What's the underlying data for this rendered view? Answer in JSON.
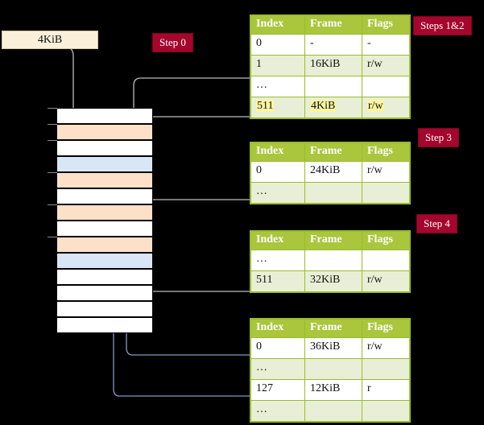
{
  "diagram": {
    "title_source_box": "4KiB",
    "badges": [
      {
        "id": "step0",
        "label": "Step 0"
      },
      {
        "id": "step12",
        "label": "Steps 1&2"
      },
      {
        "id": "step3",
        "label": "Step 3"
      },
      {
        "id": "step4",
        "label": "Step 4"
      }
    ],
    "columns": [
      "Index",
      "Frame",
      "Flags"
    ],
    "tables": [
      {
        "id": "table-level-1",
        "rows": [
          {
            "index": "0",
            "frame": "-",
            "flags": "-",
            "highlight": false,
            "alt": false
          },
          {
            "index": "1",
            "frame": "16KiB",
            "flags": "r/w",
            "highlight": false,
            "alt": true
          },
          {
            "index": "…",
            "frame": "",
            "flags": "",
            "highlight": false,
            "alt": false
          },
          {
            "index": "511",
            "frame": "4KiB",
            "flags": "r/w",
            "highlight": true,
            "alt": true
          }
        ]
      },
      {
        "id": "table-level-2",
        "rows": [
          {
            "index": "0",
            "frame": "24KiB",
            "flags": "r/w",
            "highlight": false,
            "alt": false
          },
          {
            "index": "…",
            "frame": "",
            "flags": "",
            "highlight": false,
            "alt": true
          }
        ]
      },
      {
        "id": "table-level-3",
        "rows": [
          {
            "index": "…",
            "frame": "",
            "flags": "",
            "highlight": false,
            "alt": false
          },
          {
            "index": "511",
            "frame": "32KiB",
            "flags": "r/w",
            "highlight": false,
            "alt": true
          }
        ]
      },
      {
        "id": "table-level-4",
        "rows": [
          {
            "index": "0",
            "frame": "36KiB",
            "flags": "r/w",
            "highlight": false,
            "alt": false
          },
          {
            "index": "…",
            "frame": "",
            "flags": "",
            "highlight": false,
            "alt": true
          },
          {
            "index": "127",
            "frame": "12KiB",
            "flags": "r",
            "highlight": false,
            "alt": false
          },
          {
            "index": "…",
            "frame": "",
            "flags": "",
            "highlight": false,
            "alt": true
          }
        ]
      }
    ],
    "memory_rows": [
      {
        "i": 0,
        "fill": "white"
      },
      {
        "i": 1,
        "fill": "peach"
      },
      {
        "i": 2,
        "fill": "white"
      },
      {
        "i": 3,
        "fill": "blue"
      },
      {
        "i": 4,
        "fill": "peach"
      },
      {
        "i": 5,
        "fill": "white"
      },
      {
        "i": 6,
        "fill": "peach"
      },
      {
        "i": 7,
        "fill": "white"
      },
      {
        "i": 8,
        "fill": "peach"
      },
      {
        "i": 9,
        "fill": "blue"
      },
      {
        "i": 10,
        "fill": "white"
      },
      {
        "i": 11,
        "fill": "white"
      },
      {
        "i": 12,
        "fill": "white"
      },
      {
        "i": 13,
        "fill": "white"
      }
    ],
    "colors": {
      "header_green": "#a9c63c",
      "table_border": "#9bbb2e",
      "alt_row": "#e9efd6",
      "highlight_yellow": "#fbf6a0",
      "badge_red": "#a4062c",
      "source_box": "#fbf0d9",
      "memory_peach": "#fde0c8",
      "memory_blue": "#d9e6f6",
      "wire_gray": "#bfbfbf",
      "wire_blue": "#7e9cc4",
      "background": "#000000"
    }
  }
}
